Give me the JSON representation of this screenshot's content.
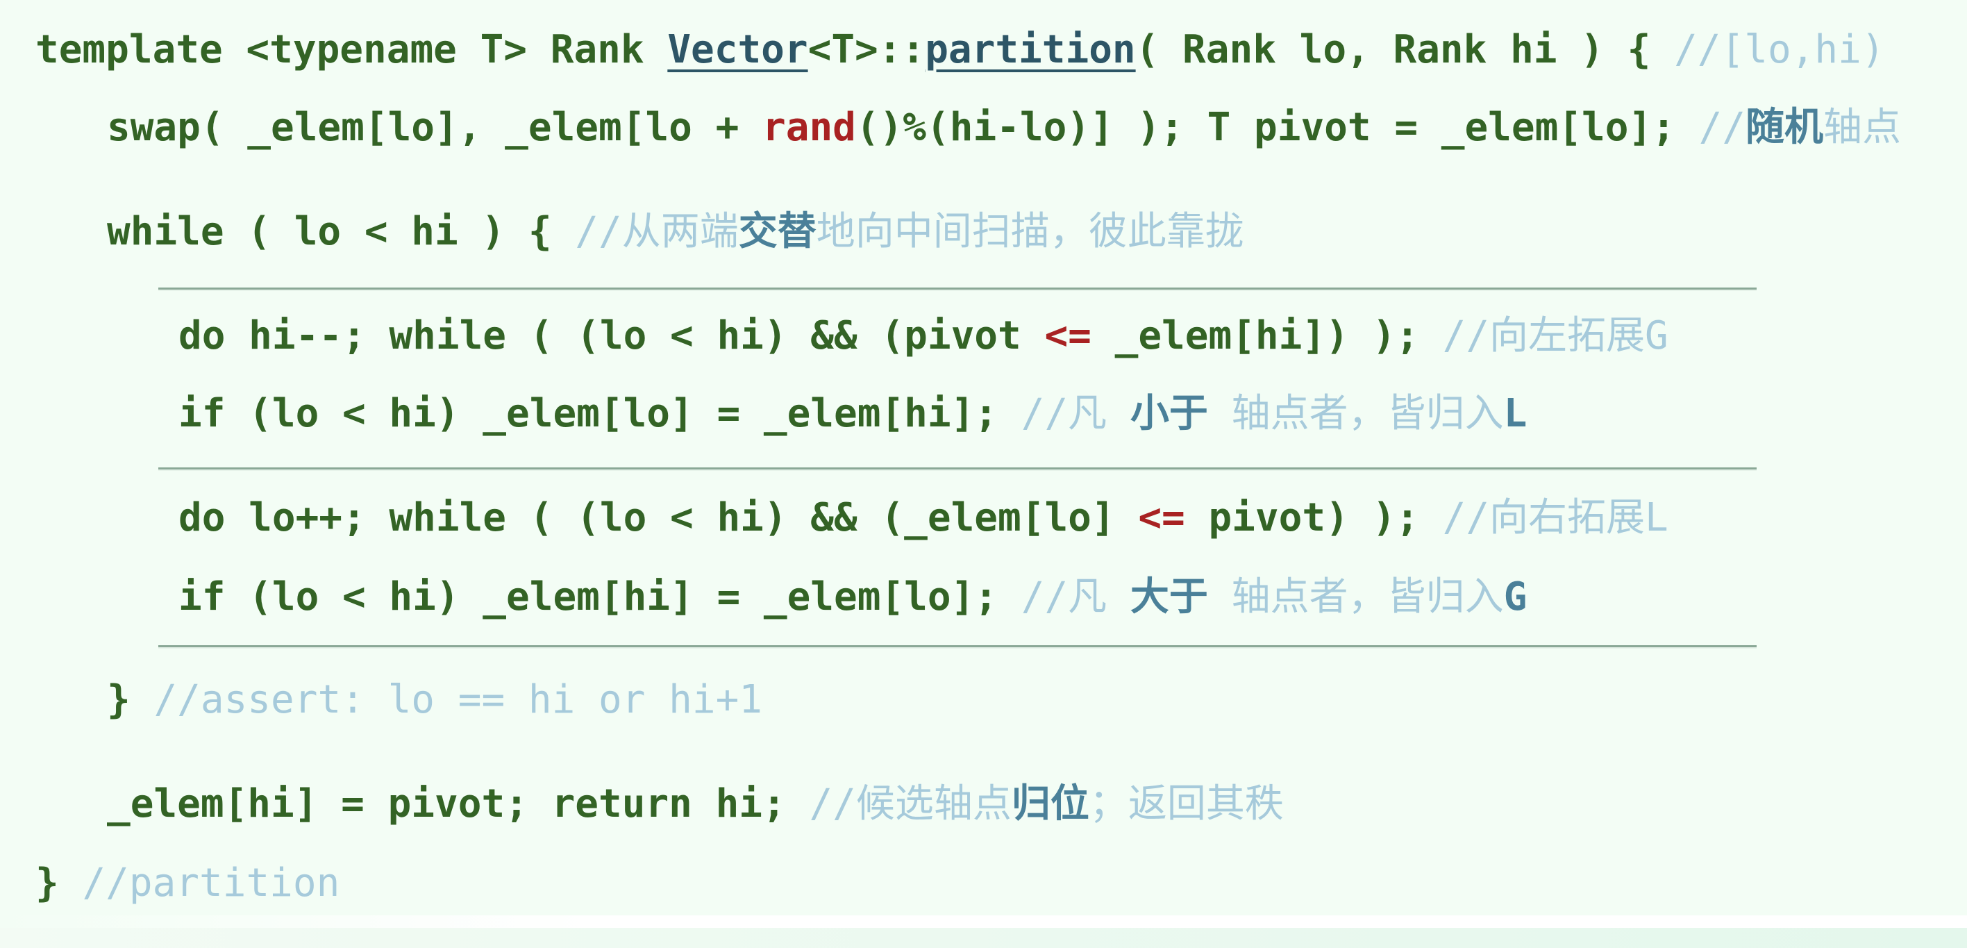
{
  "code_lines": [
    {
      "name": "line-signature",
      "segments": [
        {
          "t": "template <typename T> Rank ",
          "c": "code"
        },
        {
          "t": "Vector",
          "c": "type"
        },
        {
          "t": "<T>::",
          "c": "code"
        },
        {
          "t": "partition",
          "c": "type"
        },
        {
          "t": "( Rank lo, Rank hi ) { ",
          "c": "code"
        },
        {
          "t": "//[lo,hi)",
          "c": "cm"
        }
      ]
    },
    {
      "name": "line-swap",
      "segments": [
        {
          "t": "swap( _elem[lo], _elem[lo + ",
          "c": "code"
        },
        {
          "t": "rand",
          "c": "red"
        },
        {
          "t": "()%(hi-lo)] ); T pivot = _elem[lo]; ",
          "c": "code"
        },
        {
          "t": "//",
          "c": "cm"
        },
        {
          "t": "随机",
          "c": "em"
        },
        {
          "t": "轴点",
          "c": "cm"
        }
      ]
    },
    {
      "name": "line-while",
      "segments": [
        {
          "t": "while ( lo < hi ) { ",
          "c": "code"
        },
        {
          "t": "//从两端",
          "c": "cm"
        },
        {
          "t": "交替",
          "c": "em"
        },
        {
          "t": "地向中间扫描，彼此靠拢",
          "c": "cm"
        }
      ]
    },
    {
      "name": "line-do-hi",
      "segments": [
        {
          "t": "do hi--; while ( (lo < hi) && (pivot ",
          "c": "code"
        },
        {
          "t": "<=",
          "c": "red"
        },
        {
          "t": " _elem[hi]) ); ",
          "c": "code"
        },
        {
          "t": "//向左拓展G",
          "c": "cm"
        }
      ]
    },
    {
      "name": "line-if-lo",
      "segments": [
        {
          "t": "if (lo < hi) _elem[lo] = _elem[hi]; ",
          "c": "code"
        },
        {
          "t": "//凡 ",
          "c": "cm"
        },
        {
          "t": "小于",
          "c": "em"
        },
        {
          "t": " 轴点者，皆归入",
          "c": "cm"
        },
        {
          "t": "L",
          "c": "em"
        }
      ]
    },
    {
      "name": "line-do-lo",
      "segments": [
        {
          "t": "do lo++; while ( (lo < hi) && (_elem[lo] ",
          "c": "code"
        },
        {
          "t": "<=",
          "c": "red"
        },
        {
          "t": " pivot) ); ",
          "c": "code"
        },
        {
          "t": "//向右拓展L",
          "c": "cm"
        }
      ]
    },
    {
      "name": "line-if-hi",
      "segments": [
        {
          "t": "if (lo < hi) _elem[hi] = _elem[lo]; ",
          "c": "code"
        },
        {
          "t": "//凡 ",
          "c": "cm"
        },
        {
          "t": "大于",
          "c": "em"
        },
        {
          "t": " 轴点者，皆归入",
          "c": "cm"
        },
        {
          "t": "G",
          "c": "em"
        }
      ]
    },
    {
      "name": "line-while-end",
      "segments": [
        {
          "t": "} ",
          "c": "code"
        },
        {
          "t": "//assert: lo == hi or hi+1",
          "c": "cm"
        }
      ]
    },
    {
      "name": "line-return",
      "segments": [
        {
          "t": "_elem[hi] = pivot; return hi; ",
          "c": "code"
        },
        {
          "t": "//候选轴点",
          "c": "cm"
        },
        {
          "t": "归位",
          "c": "em"
        },
        {
          "t": "；返回其秩",
          "c": "cm"
        }
      ]
    },
    {
      "name": "line-function-end",
      "segments": [
        {
          "t": "} ",
          "c": "code"
        },
        {
          "t": "//partition",
          "c": "cm"
        }
      ]
    }
  ],
  "colors": {
    "code": "#336325",
    "comment": "#a6cadb",
    "emphasis": "#4a8099",
    "keyword_red": "#a82222",
    "type": "#2d5566",
    "background": "#f3fdf5"
  }
}
